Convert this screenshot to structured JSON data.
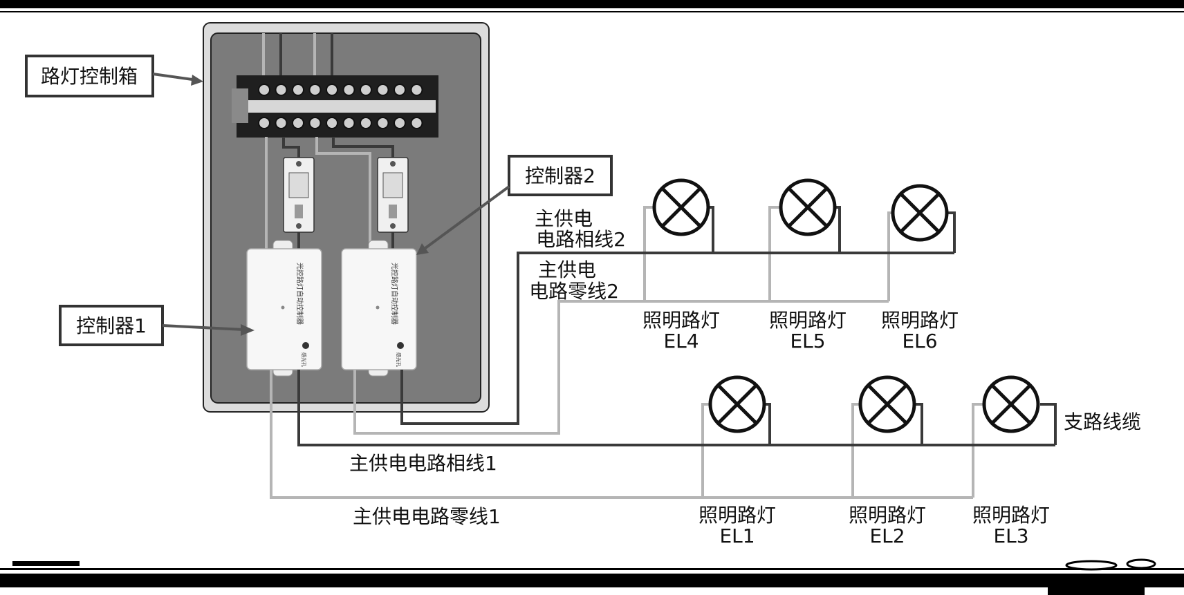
{
  "labels": {
    "control_box": "路灯控制箱",
    "controller1": "控制器1",
    "controller2": "控制器2",
    "branch_cable": "支路线缆",
    "main_phase2_l1": "主供电",
    "main_phase2_l2": "电路相线2",
    "main_neutral2_l1": "主供电",
    "main_neutral2_l2": "电路零线2",
    "main_phase1": "主供电电路相线1",
    "main_neutral1": "主供电电路零线1",
    "controller_text": "光控路灯自动控制器",
    "controller_small": "感光孔"
  },
  "lamps": [
    {
      "id": "el4",
      "name": "照明路灯",
      "code": "EL4"
    },
    {
      "id": "el5",
      "name": "照明路灯",
      "code": "EL5"
    },
    {
      "id": "el6",
      "name": "照明路灯",
      "code": "EL6"
    },
    {
      "id": "el1",
      "name": "照明路灯",
      "code": "EL1"
    },
    {
      "id": "el2",
      "name": "照明路灯",
      "code": "EL2"
    },
    {
      "id": "el3",
      "name": "照明路灯",
      "code": "EL3"
    }
  ],
  "colors": {
    "dark_wire": "#3a3a3a",
    "light_wire": "#b5b5b5",
    "box_fill": "#7a7a7a",
    "box_outer": "#d8d8d8",
    "terminal": "#2a2a2a",
    "border": "#000000"
  }
}
